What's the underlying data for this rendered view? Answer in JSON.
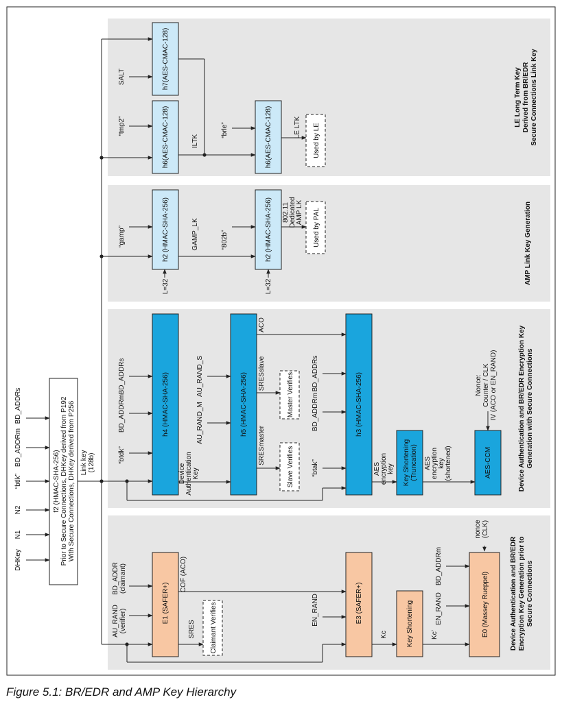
{
  "inputs": {
    "bd_addrs": "BD_ADDRs",
    "bd_addrm": "BD_ADDRm",
    "btlk": "“btlk”",
    "n2": "N2",
    "n1": "N1",
    "dhkey": "DHKey"
  },
  "f2_block": {
    "line1": "f2 (HMAC-SHA-256)",
    "line2": "Prior to Secure Connections, DHKey derived from P192",
    "line3": "With Secure Connections, DHKey derived from P256"
  },
  "link_key": {
    "line1": "Link key",
    "line2": "(128b)"
  },
  "le_section": {
    "title_line1": "LE Long Term Key",
    "title_line2": "Derived from BR/EDR",
    "title_line3": "Secure Connections Link Key",
    "h7_label": "h7(AES-CMAC-128)",
    "salt": "SALT",
    "h6a_label": "h6(AES-CMAC-128)",
    "tmp2": "“tmp2”",
    "iltk": "ILTK",
    "brle": "“brle”",
    "h6b_label": "h6(AES-CMAC-128)",
    "le_ltk": "LE LTK",
    "used_by_le": "Used by LE"
  },
  "amp_section": {
    "title": "AMP Link Key Generation",
    "gamp": "“gamp”",
    "h2a_label": "h2 (HMAC-SHA-256)",
    "gamp_lk": "GAMP_LK",
    "l32a": "L=32",
    "b802": "“802b”",
    "h2b_label": "h2 (HMAC-SHA-256)",
    "l32b": "L=32",
    "amp_lk_line1": "802.11",
    "amp_lk_line2": "Dedicated",
    "amp_lk_line3": "AMP LK",
    "used_by_pal": "Used by PAL"
  },
  "sc_section": {
    "title_line1": "Device Authentication and BR/EDR Encryption Key",
    "title_line2": "Generation with Secure Connections",
    "btdk": "“btdk”",
    "bd_addrm": "BD_ADDRm",
    "bd_addrs": "BD_ADDRs",
    "h4_label": "h4 (HMAC-SHA-256)",
    "dak_line1": "Device",
    "dak_line2": "Authentication",
    "dak_line3": "Key",
    "au_rand_m": "AU_RAND_M",
    "au_rand_s": "AU_RAND_S",
    "h5_label": "h5 (HMAC-SHA-256)",
    "aco": "ACO",
    "sresslave": "SRESslave",
    "sresmaster": "SRESmaster",
    "master_verifies": "Master Verifies",
    "slave_verifies": "Slave Verifies",
    "btak": "“btak”",
    "h3_bd_addrm": "BD_ADDRm",
    "h3_bd_addrs": "BD_ADDRs",
    "h3_label": "h3 (HMAC-SHA-256)",
    "aes_key_line1": "AES",
    "aes_key_line2": "encryption",
    "aes_key_line3": "key",
    "ks_line1": "Key Shortening",
    "ks_line2": "(Truncation)",
    "aes_short_line1": "AES",
    "aes_short_line2": "encryption",
    "aes_short_line3": "key",
    "aes_short_line4": "(shortened)",
    "aesccm_label": "AES-CCM",
    "nonce_line1": "Nonce:",
    "nonce_line2": "Counter / CLK",
    "nonce_line3": "IV (ACO or EN_RAND)"
  },
  "legacy_section": {
    "title_line1": "Device Authentication and BR/EDR",
    "title_line2": "Encryption Key Generation prior to",
    "title_line3": "Secure Connections",
    "au_rand": "AU_RAND",
    "verifier": "(verifier)",
    "bd_addr": "BD_ADDR",
    "claimant": "(claimant)",
    "e1_label": "E1 (SAFER+)",
    "cof": "COF (ACO)",
    "sres": "SRES",
    "claimant_verifies": "Claimant Verifies",
    "en_rand_e3": "EN_RAND",
    "e3_label": "E3 (SAFER+)",
    "kc": "Kc",
    "ks_label": "Key Shortening",
    "kc_prime": "Kc’",
    "en_rand_e0": "EN_RAND",
    "bd_addrm": "BD_ADDRm",
    "nonce_line1": "nonce",
    "nonce_line2": "(CLK)",
    "e0_label": "E0 (Massey Rueppel)"
  },
  "caption": "Figure 5.1:  BR/EDR and AMP Key Hierarchy",
  "colors": {
    "panel": "#e6e6e6",
    "light_blue": "#cce9f8",
    "blue": "#1aa5dd",
    "orange": "#f8c7a3",
    "line": "#222222"
  }
}
